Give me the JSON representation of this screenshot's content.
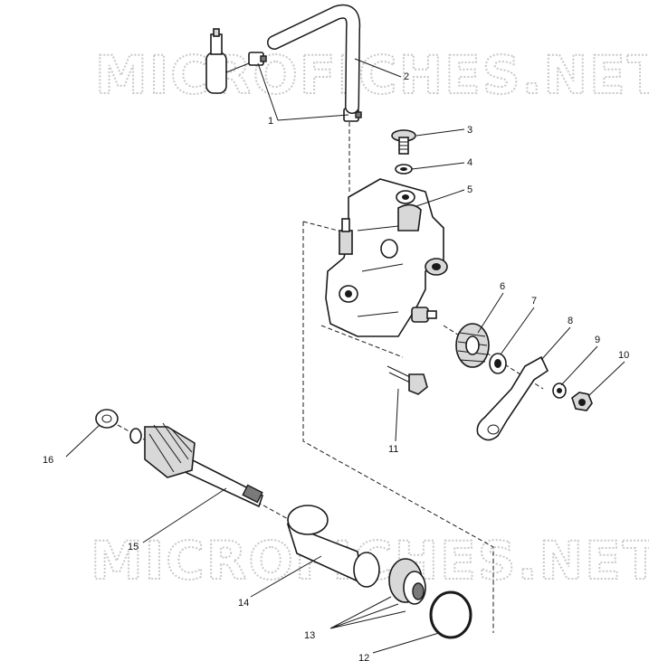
{
  "watermark": "MICROFICHES.NET",
  "callouts": [
    "1",
    "2",
    "3",
    "4",
    "5",
    "6",
    "7",
    "8",
    "9",
    "10",
    "11",
    "12",
    "13",
    "14",
    "15",
    "16"
  ]
}
